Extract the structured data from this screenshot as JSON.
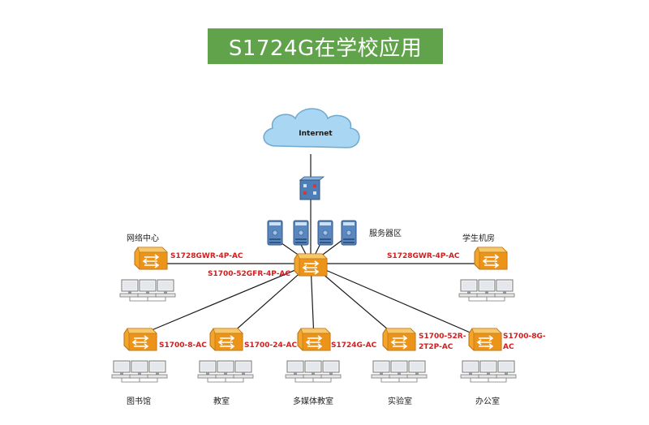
{
  "title": "S1724G在学校应用",
  "internet": "Internet",
  "labels": {
    "network_center": "网络中心",
    "server_area": "服务器区",
    "student_room": "学生机房",
    "library": "图书馆",
    "classroom": "教室",
    "multimedia_classroom": "多媒体教室",
    "laboratory": "实验室",
    "office": "办公室"
  },
  "models": {
    "left_top": "S1728GWR-4P-AC",
    "core": "S1700-52GFR-4P-AC",
    "right_top": "S1728GWR-4P-AC",
    "library": "S1700-8-AC",
    "classroom": "S1700-24-AC",
    "multimedia": "S1724G-AC",
    "lab_line1": "S1700-52R-",
    "lab_line2": "2T2P-AC",
    "office_line1": "S1700-8G-",
    "office_line2": "AC"
  },
  "colors": {
    "banner": "#61a34a",
    "model_text": "#d21e1e",
    "switch": "#f0a21e",
    "server": "#4d7eb5",
    "cloud": "#a9d6f2"
  }
}
